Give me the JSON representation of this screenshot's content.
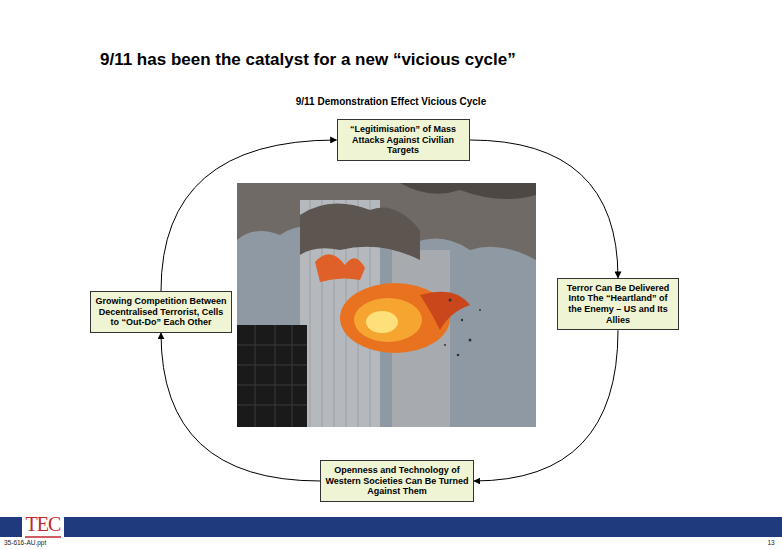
{
  "diagram": {
    "title": "9/11 has been the catalyst for a new “vicious cycle”",
    "nodes": [
      {
        "text": [
          "“Legitimisation” of Mass Attacks Against Civilian Targets"
        ]
      },
      {
        "text": [
          "Growing Competition Between Decentralised Terrorist, Cells to “Out-Do” Each Other"
        ]
      },
      {
        "text": [
          "Terror Can Be Delivered Into The “Heartland” of the Enemy – US and Its Allies"
        ]
      },
      {
        "text": [
          "Openness and Technology of Western Societies Can Be Turned Against Them"
        ]
      }
    ],
    "edges": [
      {
        "from": 0,
        "to": 2,
        "arrow": "to"
      },
      {
        "from": 2,
        "to": 3,
        "arrow": "to"
      },
      {
        "from": 3,
        "to": 1,
        "arrow": "to"
      },
      {
        "from": 1,
        "to": 0,
        "arrow": "to"
      }
    ],
    "labels": [
      "9/11 Demonstration Effect Vicious Cycle",
      "TEC",
      "35-616-AU.ppt",
      "13"
    ]
  }
}
